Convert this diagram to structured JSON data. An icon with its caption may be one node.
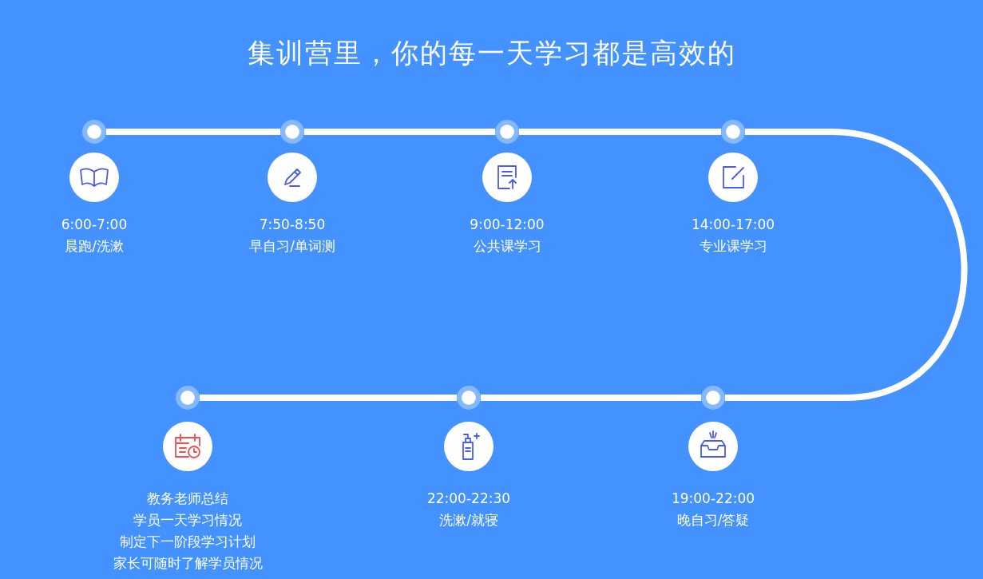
{
  "diagram": {
    "title": "集训营里，你的每一天学习都是高效的",
    "nodes": [
      {
        "text": [],
        "shape": "circle",
        "beside": [
          "6:00-7:00",
          "晨跑/洗漱"
        ]
      },
      {
        "text": [],
        "shape": "circle",
        "beside": [
          "7:50-8:50",
          "早自习/单词测"
        ]
      },
      {
        "text": [],
        "shape": "circle",
        "beside": [
          "9:00-12:00",
          "公共课学习"
        ]
      },
      {
        "text": [],
        "shape": "circle",
        "beside": [
          "14:00-17:00",
          "专业课学习"
        ]
      },
      {
        "text": [],
        "shape": "circle",
        "beside": [
          "教务老师总结",
          "学员一天学习情况",
          "制定下一阶段学习计划",
          "家长可随时了解学员情况"
        ]
      },
      {
        "text": [],
        "shape": "circle",
        "beside": [
          "22:00-22:30",
          "洗漱/就寝"
        ]
      },
      {
        "text": [],
        "shape": "circle",
        "beside": [
          "19:00-22:00",
          "晚自习/答疑"
        ]
      }
    ],
    "edges": [
      {
        "from": 0,
        "to": 1,
        "arrow": "none"
      },
      {
        "from": 1,
        "to": 2,
        "arrow": "none"
      },
      {
        "from": 2,
        "to": 3,
        "arrow": "none"
      },
      {
        "from": 3,
        "to": 6,
        "arrow": "none"
      },
      {
        "from": 6,
        "to": 5,
        "arrow": "none"
      },
      {
        "from": 5,
        "to": 4,
        "arrow": "none"
      }
    ]
  }
}
